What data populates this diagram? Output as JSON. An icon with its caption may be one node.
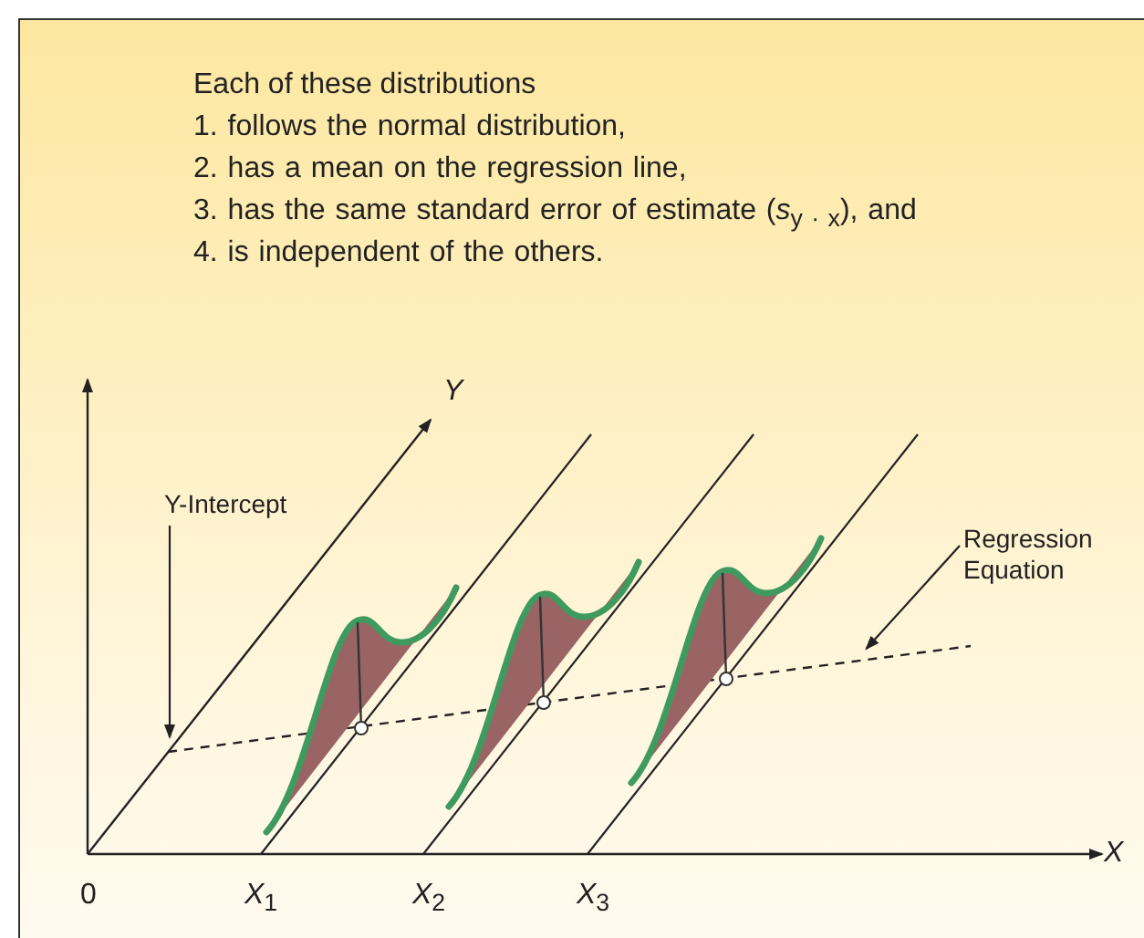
{
  "diagram": {
    "nodes": [
      {
        "text": [
          "Y-Intercept"
        ]
      },
      {
        "text": [
          "Regression Equation"
        ]
      },
      {
        "text": [],
        "shape": "line"
      }
    ],
    "edges": [
      {
        "from": 0,
        "to": 2,
        "arrow": "to"
      },
      {
        "from": 1,
        "to": 2,
        "arrow": "to"
      }
    ],
    "labels": [
      "Each of these distributions",
      "1. follows the normal distribution,",
      "2. has a mean on the regression line,",
      "3. has the same standard error of estimate (*s*$_{y · x}$), and",
      "4. is independent of the others.",
      "Y",
      "X",
      "0",
      "*X*$_{1}$",
      "*X*$_{2}$",
      "*X*$_{3}$"
    ]
  }
}
